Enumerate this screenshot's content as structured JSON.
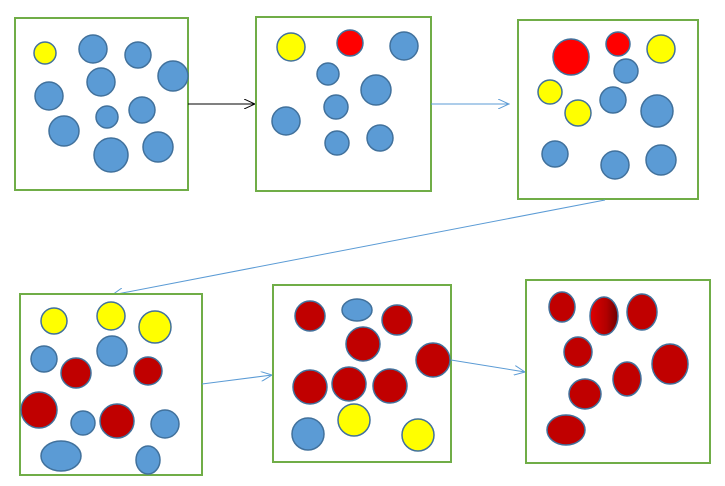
{
  "colors": {
    "box_border": "#70ad47",
    "blue": "#5b9bd5",
    "circle_outline": "#41719c",
    "yellow": "#ffff00",
    "red": "#ff0000",
    "dark_red": "#c00000",
    "arrow_blue": "#5b9bd5",
    "arrow_black": "#000000"
  },
  "stages": [
    {
      "blue": 10,
      "yellow": 1,
      "red": 0,
      "dark_red": 0
    },
    {
      "blue": 7,
      "yellow": 1,
      "red": 1,
      "dark_red": 0
    },
    {
      "blue": 6,
      "yellow": 3,
      "red": 2,
      "dark_red": 0
    },
    {
      "blue": 6,
      "yellow": 3,
      "red": 0,
      "dark_red": 4
    },
    {
      "blue": 2,
      "yellow": 2,
      "red": 0,
      "dark_red": 7
    },
    {
      "blue": 0,
      "yellow": 0,
      "red": 0,
      "dark_red": 8
    }
  ]
}
